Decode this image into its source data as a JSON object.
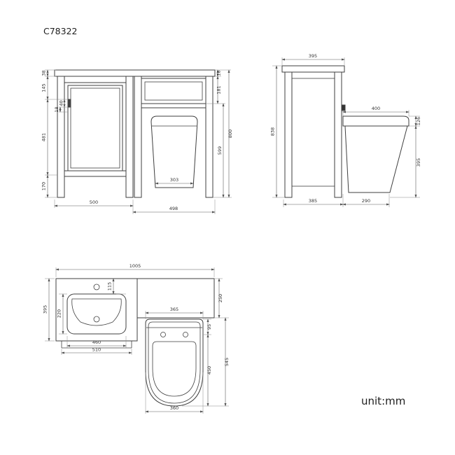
{
  "title": "C78322",
  "unit_label": "unit:mm",
  "views": {
    "front": {
      "counter_thickness": "38",
      "upper_section_height": "145",
      "door_height": "481",
      "plinth_height": "170",
      "handle_offset": "40",
      "handle_inset": "18",
      "worktop_edge": "18",
      "panel_height": "181",
      "body_height": "599",
      "total_height": "800",
      "toilet_base_width": "303",
      "vanity_width": "500",
      "wc_unit_width": "498"
    },
    "side": {
      "depth": "395",
      "total_height": "838",
      "seat_depth": "400",
      "seat_thickness": "126",
      "seat_height": "395",
      "base_depth": "385",
      "bowl_projection": "290"
    },
    "plan": {
      "total_width": "1005",
      "basin_counter_depth": "395",
      "bowl_depth": "220",
      "faucet_inset": "115",
      "basin_inner_width": "460",
      "basin_width": "510",
      "seat_width": "365",
      "seat_setback": "95",
      "wc_counter_depth": "250",
      "bowl_length": "450",
      "wc_total_depth": "545",
      "bowl_width": "360"
    }
  }
}
